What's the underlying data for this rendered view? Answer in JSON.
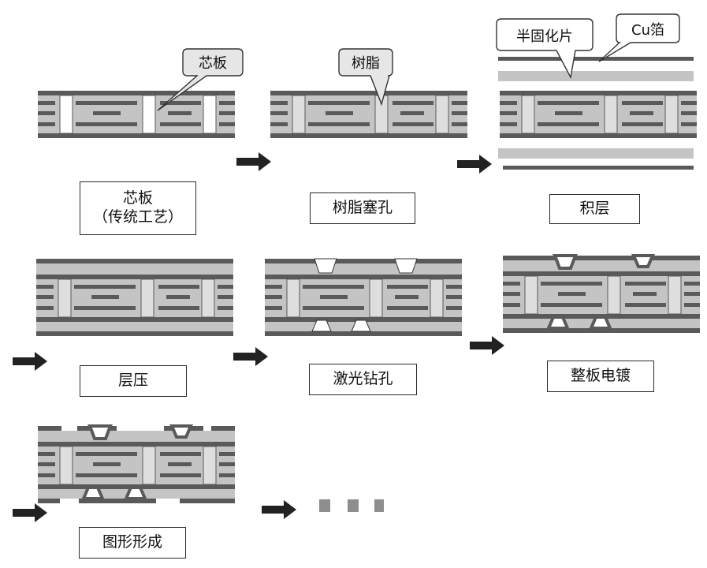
{
  "callouts": {
    "core": "芯板",
    "resin": "树脂",
    "prepreg": "半固化片",
    "cu_foil": "Cu箔"
  },
  "steps": {
    "core": {
      "line1": "芯板",
      "line2": "（传统工艺）"
    },
    "resin_plug": "树脂塞孔",
    "stackup": "积层",
    "lamination": "层压",
    "laser_drill": "激光钻孔",
    "panel_plating": "整板电镀",
    "pattern": "图形形成"
  },
  "colors": {
    "copper": "#5a5a5a",
    "dielectric": "#c4c4c4",
    "resin": "#dedede",
    "arrow": "#222222",
    "dots": "#8e8e8e"
  }
}
